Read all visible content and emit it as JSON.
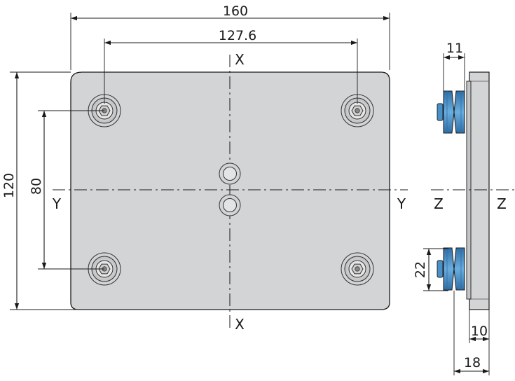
{
  "dimensions": {
    "width_total": "160",
    "width_holes": "127.6",
    "height_total": "120",
    "height_holes": "80",
    "wheel_width": "11",
    "wheel_diameter": "22",
    "plate_thickness": "10",
    "total_depth": "18"
  },
  "axes": {
    "x_top": "X",
    "x_bottom": "X",
    "y_left": "Y",
    "y_right": "Y",
    "z_left": "Z",
    "z_right": "Z"
  },
  "colors": {
    "plate": "#d3d4d6",
    "wheel": "#4a90c8",
    "wheel_dark": "#2f6ea5",
    "line": "#1a1a1a"
  }
}
